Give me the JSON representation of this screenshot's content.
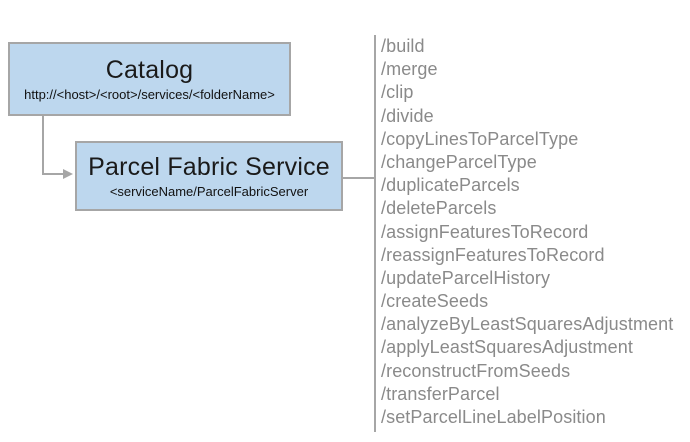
{
  "diagram": {
    "catalog_node": {
      "title": "Catalog",
      "subtitle": "http://<host>/<root>/services/<folderName>"
    },
    "service_node": {
      "title": "Parcel Fabric Service",
      "subtitle": "<serviceName/ParcelFabricServer"
    },
    "operations": [
      "/build",
      "/merge",
      "/clip",
      "/divide",
      "/copyLinesToParcelType",
      "/changeParcelType",
      "/duplicateParcels",
      "/deleteParcels",
      "/assignFeaturesToRecord",
      "/reassignFeaturesToRecord",
      "/updateParcelHistory",
      "/createSeeds",
      "/analyzeByLeastSquaresAdjustment",
      "/applyLeastSquaresAdjustment",
      "/reconstructFromSeeds",
      "/transferParcel",
      "/setParcelLineLabelPosition"
    ]
  },
  "colors": {
    "box_fill": "#BDD7EE",
    "box_border": "#A6A6A6",
    "connector": "#A6A6A6",
    "operation_text": "#8A8A8A",
    "title_text": "#1A1A1A"
  }
}
